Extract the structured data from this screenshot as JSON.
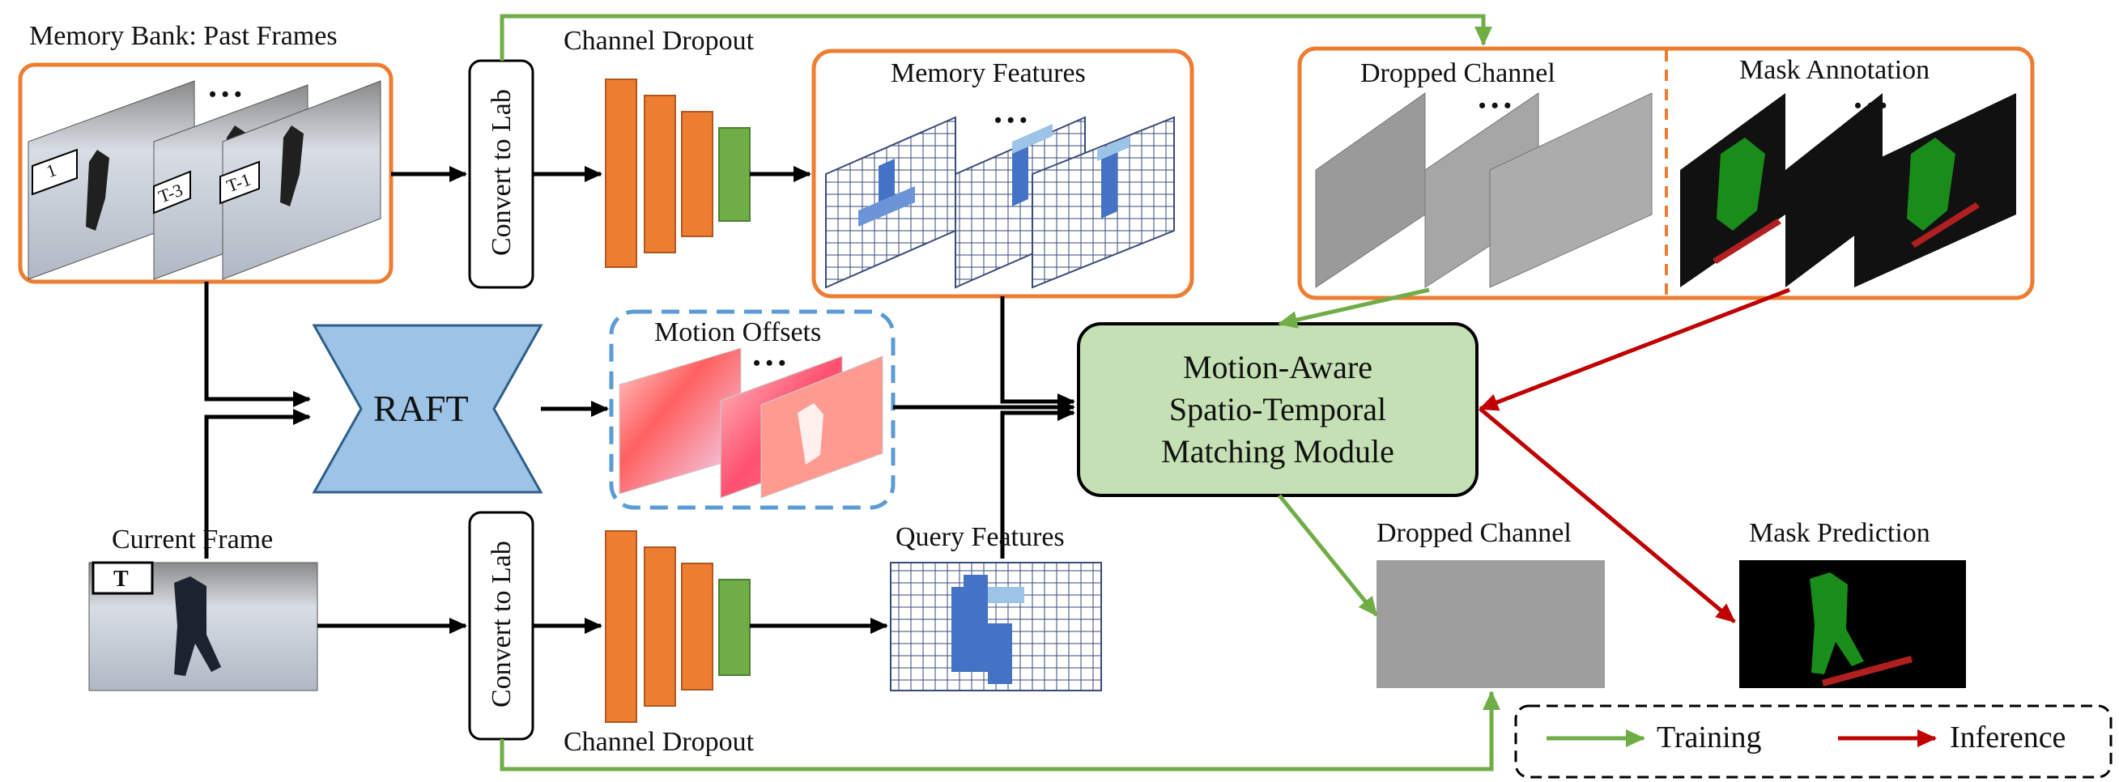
{
  "diagram": {
    "labels": {
      "memory_bank": "Memory Bank: Past Frames",
      "channel_dropout_top": "Channel Dropout",
      "memory_features": "Memory Features",
      "dropped_channel_top": "Dropped Channel",
      "mask_annotation": "Mask Annotation",
      "motion_offsets": "Motion Offsets",
      "raft": "RAFT",
      "module_line1": "Motion-Aware",
      "module_line2": "Spatio-Temporal",
      "module_line3": "Matching Module",
      "current_frame": "Current Frame",
      "query_features": "Query Features",
      "dropped_channel_bottom": "Dropped Channel",
      "mask_prediction": "Mask Prediction",
      "channel_dropout_bottom": "Channel Dropout",
      "convert_top": "Convert to Lab",
      "convert_bottom": "Convert to Lab",
      "frame_tag_1": "1",
      "frame_tag_t3": "T-3",
      "frame_tag_t1": "T-1",
      "frame_tag_t": "T",
      "ellipsis": "• • •"
    },
    "legend": {
      "training": "Training",
      "inference": "Inference"
    },
    "colors": {
      "orange": "#ED7D31",
      "green_block": "#70AD47",
      "green_arrow": "#70AD47",
      "red_arrow": "#C00000",
      "blue": "#9DC3E6",
      "grid_blue": "#4472C4",
      "module_fill": "#C5E0B4",
      "dashed_blue": "#5B9BD5"
    }
  }
}
